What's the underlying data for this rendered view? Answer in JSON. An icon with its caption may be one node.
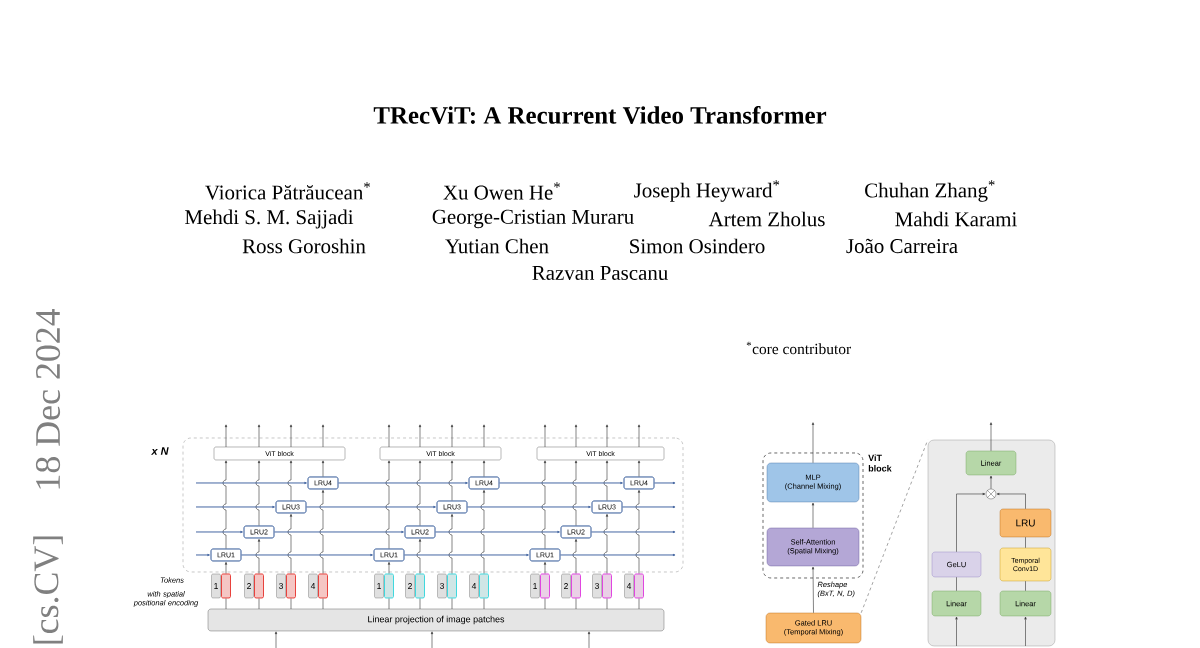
{
  "diagram": {
    "title": "TRecViT: A Recurrent Video Transformer",
    "nodes": [
      {
        "text": [
          "x N"
        ]
      },
      {
        "text": [
          "ViT block"
        ],
        "in": 0
      },
      {
        "text": [
          "ViT block"
        ],
        "in": 0
      },
      {
        "text": [
          "ViT block"
        ],
        "in": 0
      },
      {
        "text": [
          "LRU1"
        ],
        "in": 0
      },
      {
        "text": [
          "LRU2"
        ],
        "in": 0
      },
      {
        "text": [
          "LRU3"
        ],
        "in": 0
      },
      {
        "text": [
          "LRU4"
        ],
        "in": 0
      },
      {
        "text": [
          "LRU1"
        ],
        "in": 0
      },
      {
        "text": [
          "LRU2"
        ],
        "in": 0
      },
      {
        "text": [
          "LRU3"
        ],
        "in": 0
      },
      {
        "text": [
          "LRU4"
        ],
        "in": 0
      },
      {
        "text": [
          "LRU1"
        ],
        "in": 0
      },
      {
        "text": [
          "LRU2"
        ],
        "in": 0
      },
      {
        "text": [
          "LRU3"
        ],
        "in": 0
      },
      {
        "text": [
          "LRU4"
        ],
        "in": 0
      },
      {
        "text": [
          "1"
        ]
      },
      {
        "text": [],
        "shape": "bar"
      },
      {
        "text": [
          "2"
        ]
      },
      {
        "text": [],
        "shape": "bar"
      },
      {
        "text": [
          "3"
        ]
      },
      {
        "text": [],
        "shape": "bar"
      },
      {
        "text": [
          "4"
        ]
      },
      {
        "text": [],
        "shape": "bar"
      },
      {
        "text": [
          "1"
        ]
      },
      {
        "text": [],
        "shape": "bar"
      },
      {
        "text": [
          "2"
        ]
      },
      {
        "text": [],
        "shape": "bar"
      },
      {
        "text": [
          "3"
        ]
      },
      {
        "text": [],
        "shape": "bar"
      },
      {
        "text": [
          "4"
        ]
      },
      {
        "text": [],
        "shape": "bar"
      },
      {
        "text": [
          "1"
        ]
      },
      {
        "text": [],
        "shape": "bar"
      },
      {
        "text": [
          "2"
        ]
      },
      {
        "text": [],
        "shape": "bar"
      },
      {
        "text": [
          "3"
        ]
      },
      {
        "text": [],
        "shape": "bar"
      },
      {
        "text": [
          "4"
        ]
      },
      {
        "text": [],
        "shape": "bar"
      },
      {
        "text": [
          "Linear projection of image patches"
        ]
      },
      {
        "text": [
          "ViT block"
        ]
      },
      {
        "text": [
          "MLP",
          "(Channel Mixing)"
        ],
        "in": 41
      },
      {
        "text": [
          "Self-Attention",
          "(Spatial Mixing)"
        ],
        "in": 41
      },
      {
        "text": [
          "Gated LRU",
          "(Temporal Mixing)"
        ]
      },
      {
        "text": [],
        "shape": "box"
      },
      {
        "text": [
          "Linear"
        ],
        "in": 45
      },
      {
        "text": [],
        "shape": "circle",
        "in": 45
      },
      {
        "text": [
          "LRU"
        ],
        "in": 45
      },
      {
        "text": [
          "GeLU"
        ],
        "in": 45
      },
      {
        "text": [
          "Temporal Conv1D"
        ],
        "in": 45
      },
      {
        "text": [
          "Linear"
        ],
        "in": 45
      },
      {
        "text": [
          "Linear"
        ],
        "in": 45
      }
    ],
    "edges": [
      {
        "from": null,
        "to": 40,
        "arrow": "to"
      },
      {
        "from": null,
        "to": 40,
        "arrow": "to"
      },
      {
        "from": null,
        "to": 40,
        "arrow": "to"
      },
      {
        "from": 40,
        "to": 17,
        "arrow": "none"
      },
      {
        "from": 40,
        "to": 19,
        "arrow": "none"
      },
      {
        "from": 40,
        "to": 21,
        "arrow": "none"
      },
      {
        "from": 40,
        "to": 23,
        "arrow": "none"
      },
      {
        "from": 40,
        "to": 25,
        "arrow": "none"
      },
      {
        "from": 40,
        "to": 27,
        "arrow": "none"
      },
      {
        "from": 40,
        "to": 29,
        "arrow": "none"
      },
      {
        "from": 40,
        "to": 31,
        "arrow": "none"
      },
      {
        "from": 40,
        "to": 33,
        "arrow": "none"
      },
      {
        "from": 40,
        "to": 35,
        "arrow": "none"
      },
      {
        "from": 40,
        "to": 37,
        "arrow": "none"
      },
      {
        "from": 40,
        "to": 39,
        "arrow": "none"
      },
      {
        "from": 17,
        "to": 4,
        "arrow": "to"
      },
      {
        "from": 19,
        "to": 5,
        "arrow": "to"
      },
      {
        "from": 21,
        "to": 6,
        "arrow": "to"
      },
      {
        "from": 23,
        "to": 7,
        "arrow": "to"
      },
      {
        "from": 25,
        "to": 8,
        "arrow": "to"
      },
      {
        "from": 27,
        "to": 9,
        "arrow": "to"
      },
      {
        "from": 29,
        "to": 10,
        "arrow": "to"
      },
      {
        "from": 31,
        "to": 11,
        "arrow": "to"
      },
      {
        "from": 33,
        "to": 12,
        "arrow": "to"
      },
      {
        "from": 35,
        "to": 13,
        "arrow": "to"
      },
      {
        "from": 37,
        "to": 14,
        "arrow": "to"
      },
      {
        "from": 39,
        "to": 15,
        "arrow": "to"
      },
      {
        "from": 4,
        "to": 1,
        "arrow": "to"
      },
      {
        "from": 5,
        "to": 1,
        "arrow": "to"
      },
      {
        "from": 6,
        "to": 1,
        "arrow": "to"
      },
      {
        "from": 7,
        "to": 1,
        "arrow": "to"
      },
      {
        "from": 8,
        "to": 2,
        "arrow": "to"
      },
      {
        "from": 9,
        "to": 2,
        "arrow": "to"
      },
      {
        "from": 10,
        "to": 2,
        "arrow": "to"
      },
      {
        "from": 11,
        "to": 2,
        "arrow": "to"
      },
      {
        "from": 12,
        "to": 3,
        "arrow": "to"
      },
      {
        "from": 13,
        "to": 3,
        "arrow": "to"
      },
      {
        "from": 14,
        "to": 3,
        "arrow": "to"
      },
      {
        "from": 15,
        "to": 3,
        "arrow": "to"
      },
      {
        "from": 1,
        "to": null,
        "arrow": "to"
      },
      {
        "from": 1,
        "to": null,
        "arrow": "to"
      },
      {
        "from": 1,
        "to": null,
        "arrow": "to"
      },
      {
        "from": 1,
        "to": null,
        "arrow": "to"
      },
      {
        "from": 2,
        "to": null,
        "arrow": "to"
      },
      {
        "from": 2,
        "to": null,
        "arrow": "to"
      },
      {
        "from": 2,
        "to": null,
        "arrow": "to"
      },
      {
        "from": 2,
        "to": null,
        "arrow": "to"
      },
      {
        "from": 3,
        "to": null,
        "arrow": "to"
      },
      {
        "from": 3,
        "to": null,
        "arrow": "to"
      },
      {
        "from": 3,
        "to": null,
        "arrow": "to"
      },
      {
        "from": 3,
        "to": null,
        "arrow": "to"
      },
      {
        "from": null,
        "to": 4,
        "arrow": "to",
        "color": "#2f5597"
      },
      {
        "from": 4,
        "to": 8,
        "arrow": "to",
        "color": "#2f5597"
      },
      {
        "from": 8,
        "to": 12,
        "arrow": "to",
        "color": "#2f5597"
      },
      {
        "from": 12,
        "to": null,
        "arrow": "to",
        "color": "#2f5597"
      },
      {
        "from": null,
        "to": 5,
        "arrow": "to",
        "color": "#2f5597"
      },
      {
        "from": 5,
        "to": 9,
        "arrow": "to",
        "color": "#2f5597"
      },
      {
        "from": 9,
        "to": 13,
        "arrow": "to",
        "color": "#2f5597"
      },
      {
        "from": 13,
        "to": null,
        "arrow": "to",
        "color": "#2f5597"
      },
      {
        "from": null,
        "to": 6,
        "arrow": "to",
        "color": "#2f5597"
      },
      {
        "from": 6,
        "to": 10,
        "arrow": "to",
        "color": "#2f5597"
      },
      {
        "from": 10,
        "to": 14,
        "arrow": "to",
        "color": "#2f5597"
      },
      {
        "from": 14,
        "to": null,
        "arrow": "to",
        "color": "#2f5597"
      },
      {
        "from": null,
        "to": 7,
        "arrow": "to",
        "color": "#2f5597"
      },
      {
        "from": 7,
        "to": 11,
        "arrow": "to",
        "color": "#2f5597"
      },
      {
        "from": 11,
        "to": 15,
        "arrow": "to",
        "color": "#2f5597"
      },
      {
        "from": 15,
        "to": null,
        "arrow": "to",
        "color": "#2f5597"
      },
      {
        "from": 44,
        "to": 43,
        "arrow": "to",
        "label": "Reshape (BxT, N, D)"
      },
      {
        "from": 43,
        "to": 42,
        "arrow": "to"
      },
      {
        "from": 42,
        "to": null,
        "arrow": "to"
      },
      {
        "from": 44,
        "to": 45,
        "arrow": "none",
        "style": "dashed"
      },
      {
        "from": null,
        "to": 51,
        "arrow": "to"
      },
      {
        "from": null,
        "to": 52,
        "arrow": "to"
      },
      {
        "from": 51,
        "to": 49,
        "arrow": "none"
      },
      {
        "from": 49,
        "to": 47,
        "arrow": "to"
      },
      {
        "from": 52,
        "to": 50,
        "arrow": "none"
      },
      {
        "from": 50,
        "to": 48,
        "arrow": "none"
      },
      {
        "from": 48,
        "to": 47,
        "arrow": "to"
      },
      {
        "from": 47,
        "to": 46,
        "arrow": "to"
      },
      {
        "from": 46,
        "to": null,
        "arrow": "to"
      }
    ],
    "labels": [
      "Viorica Pătrăucean$^{*}$",
      "Xu Owen He$^{*}$",
      "Joseph Heyward$^{*}$",
      "Chuhan Zhang$^{*}$",
      "Mehdi S. M. Sajjadi",
      "George-Cristian Muraru",
      "Artem Zholus",
      "Mahdi Karami",
      "Ross Goroshin",
      "Yutian Chen",
      "Simon Osindero",
      "João Carreira",
      "Razvan Pascanu",
      "$^{*}$core contributor",
      "[cs.CV]",
      "18 Dec 2024",
      "Tokens",
      "with spatial positional encoding"
    ]
  }
}
